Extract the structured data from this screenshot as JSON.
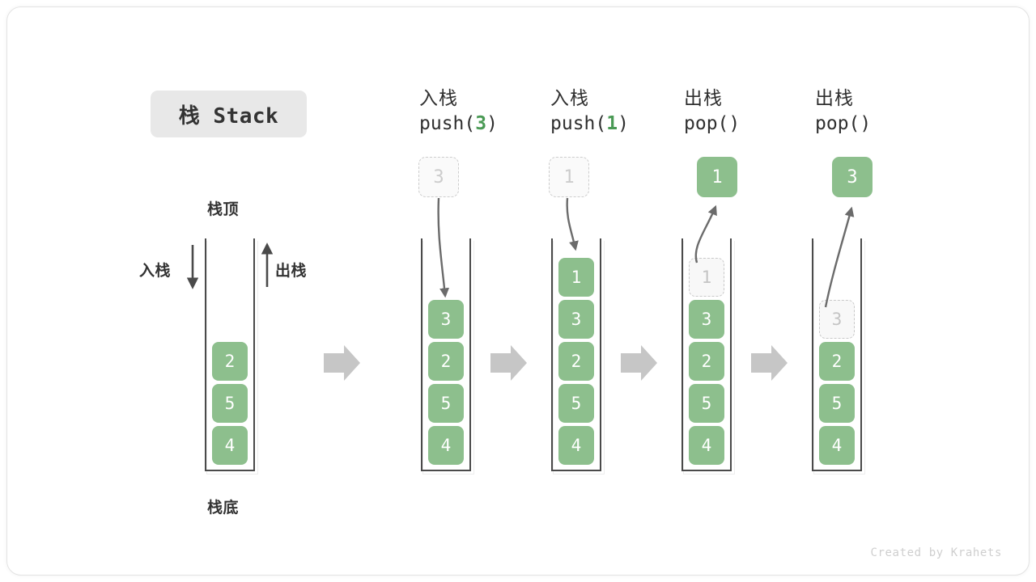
{
  "title_badge": {
    "label": "栈 Stack"
  },
  "labels": {
    "top": "栈顶",
    "bottom": "栈底",
    "push_side": "入栈",
    "pop_side": "出栈"
  },
  "watermark": "Created by Krahets",
  "colors": {
    "cell_green": "#8dbf8d",
    "accent_green": "#4a9a55",
    "ghost_fill": "#f8f8f8",
    "ghost_border": "#c9c9c9",
    "arrow_gray": "#6b6b6b",
    "block_arrow_gray": "#c6c6c6",
    "wall": "#4a4a4a",
    "badge_bg": "#e8e8e8",
    "text": "#333333"
  },
  "columns": [
    {
      "id": "initial",
      "caption_cn": "",
      "caption_code": "",
      "cells": [
        "2",
        "5",
        "4"
      ],
      "ghost_in_stack": null,
      "floating_cell": null
    },
    {
      "id": "push-3",
      "caption_cn": "入栈",
      "caption_code_prefix": "push(",
      "caption_code_value": "3",
      "caption_code_suffix": ")",
      "cells": [
        "3",
        "2",
        "5",
        "4"
      ],
      "ghost_in_stack": null,
      "floating_cell": {
        "value": "3",
        "style": "ghost"
      }
    },
    {
      "id": "push-1",
      "caption_cn": "入栈",
      "caption_code_prefix": "push(",
      "caption_code_value": "1",
      "caption_code_suffix": ")",
      "cells": [
        "1",
        "3",
        "2",
        "5",
        "4"
      ],
      "ghost_in_stack": null,
      "floating_cell": {
        "value": "1",
        "style": "ghost"
      }
    },
    {
      "id": "pop-1",
      "caption_cn": "出栈",
      "caption_code_prefix": "pop(",
      "caption_code_value": "",
      "caption_code_suffix": ")",
      "cells": [
        "3",
        "2",
        "5",
        "4"
      ],
      "ghost_in_stack": {
        "value": "1"
      },
      "floating_cell": {
        "value": "1",
        "style": "solid"
      }
    },
    {
      "id": "pop-3",
      "caption_cn": "出栈",
      "caption_code_prefix": "pop(",
      "caption_code_value": "",
      "caption_code_suffix": ")",
      "cells": [
        "2",
        "5",
        "4"
      ],
      "ghost_in_stack": {
        "value": "3"
      },
      "floating_cell": {
        "value": "3",
        "style": "solid"
      }
    }
  ]
}
